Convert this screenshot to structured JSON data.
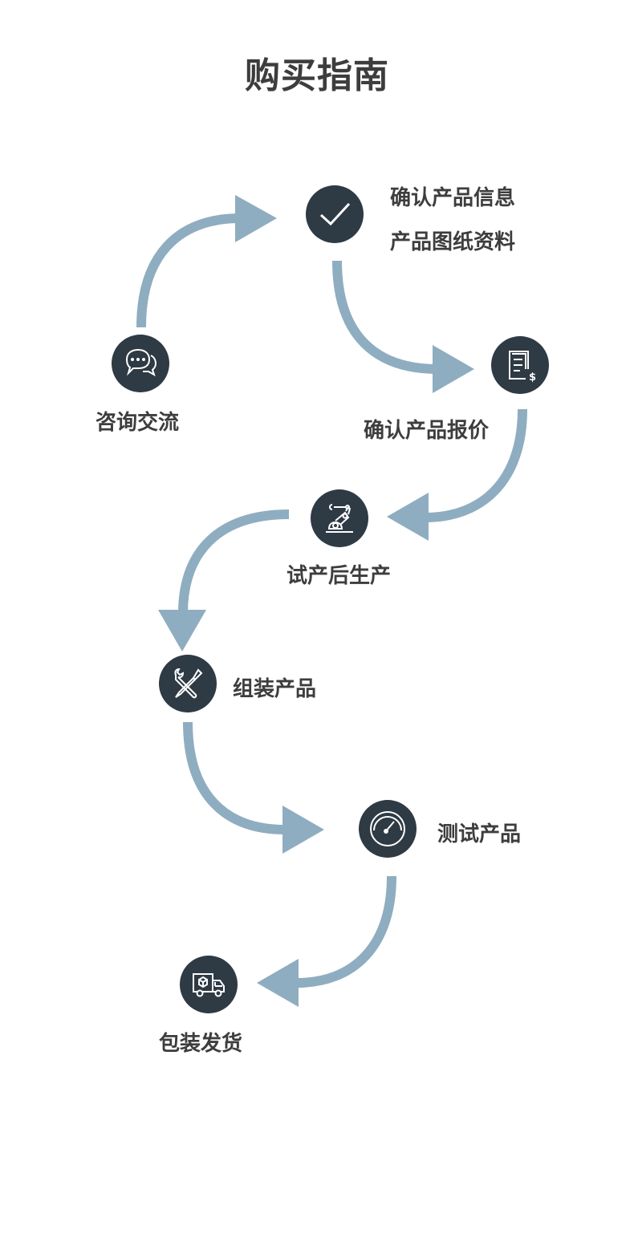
{
  "title": "购买指南",
  "colors": {
    "node_bg": "#2e3a44",
    "arrow": "#8fadc0",
    "text": "#3d3d3d"
  },
  "steps": [
    {
      "label": "咨询交流",
      "icon": "chat-bubbles-icon"
    },
    {
      "label": "确认产品信息",
      "label2": "产品图纸资料",
      "icon": "checkmark-icon"
    },
    {
      "label": "确认产品报价",
      "icon": "document-dollar-icon"
    },
    {
      "label": "试产后生产",
      "icon": "robot-arm-icon"
    },
    {
      "label": "组装产品",
      "icon": "wrench-screwdriver-icon"
    },
    {
      "label": "测试产品",
      "icon": "gauge-icon"
    },
    {
      "label": "包装发货",
      "icon": "delivery-truck-icon"
    }
  ]
}
